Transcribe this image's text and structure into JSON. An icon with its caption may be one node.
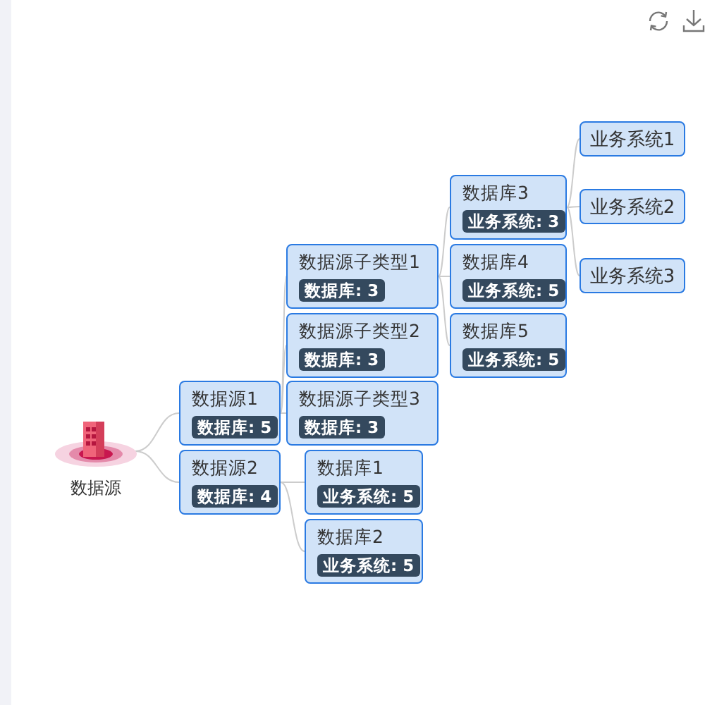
{
  "diagram": {
    "nodes": [
      {
        "text": [
          "数据源"
        ]
      },
      {
        "text": [
          "数据源1",
          "数据库: 5"
        ]
      },
      {
        "text": [
          "数据源2",
          "数据库: 4"
        ]
      },
      {
        "text": [
          "数据源子类型1",
          "数据库: 3"
        ]
      },
      {
        "text": [
          "数据源子类型2",
          "数据库: 3"
        ]
      },
      {
        "text": [
          "数据源子类型3",
          "数据库: 3"
        ]
      },
      {
        "text": [
          "数据库1",
          "业务系统: 5"
        ]
      },
      {
        "text": [
          "数据库2",
          "业务系统: 5"
        ]
      },
      {
        "text": [
          "数据库3",
          "业务系统: 3"
        ]
      },
      {
        "text": [
          "数据库4",
          "业务系统: 5"
        ]
      },
      {
        "text": [
          "数据库5",
          "业务系统: 5"
        ]
      },
      {
        "text": [
          "业务系统1"
        ]
      },
      {
        "text": [
          "业务系统2"
        ]
      },
      {
        "text": [
          "业务系统3"
        ]
      }
    ],
    "edges": [
      {
        "from": 0,
        "to": 1,
        "arrow": "none"
      },
      {
        "from": 0,
        "to": 2,
        "arrow": "none"
      },
      {
        "from": 1,
        "to": 3,
        "arrow": "none"
      },
      {
        "from": 1,
        "to": 4,
        "arrow": "none"
      },
      {
        "from": 1,
        "to": 5,
        "arrow": "none"
      },
      {
        "from": 2,
        "to": 6,
        "arrow": "none"
      },
      {
        "from": 2,
        "to": 7,
        "arrow": "none"
      },
      {
        "from": 3,
        "to": 8,
        "arrow": "none"
      },
      {
        "from": 3,
        "to": 9,
        "arrow": "none"
      },
      {
        "from": 3,
        "to": 10,
        "arrow": "none"
      },
      {
        "from": 8,
        "to": 11,
        "arrow": "none"
      },
      {
        "from": 8,
        "to": 12,
        "arrow": "none"
      },
      {
        "from": 8,
        "to": 13,
        "arrow": "none"
      }
    ]
  }
}
